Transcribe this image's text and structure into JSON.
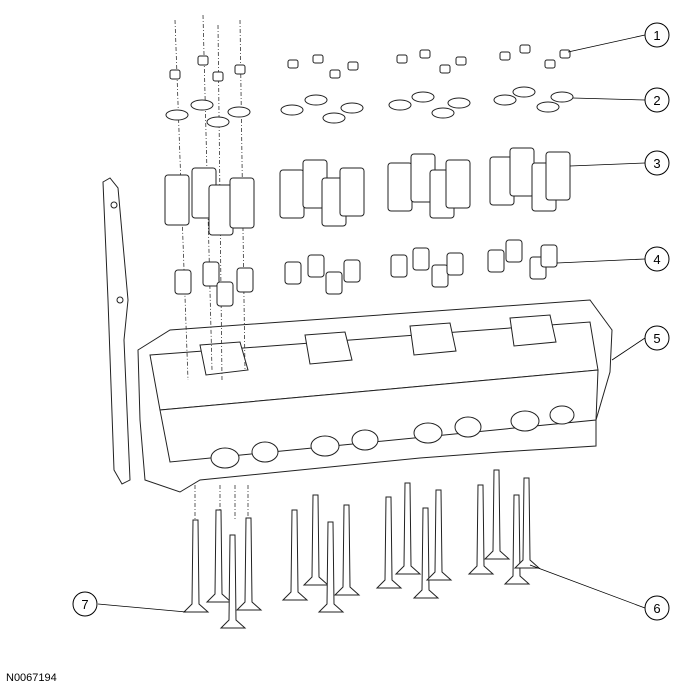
{
  "figure_id": "N0067194",
  "callouts": [
    {
      "label": "1"
    },
    {
      "label": "2"
    },
    {
      "label": "3"
    },
    {
      "label": "4"
    },
    {
      "label": "5"
    },
    {
      "label": "6"
    },
    {
      "label": "7"
    }
  ]
}
